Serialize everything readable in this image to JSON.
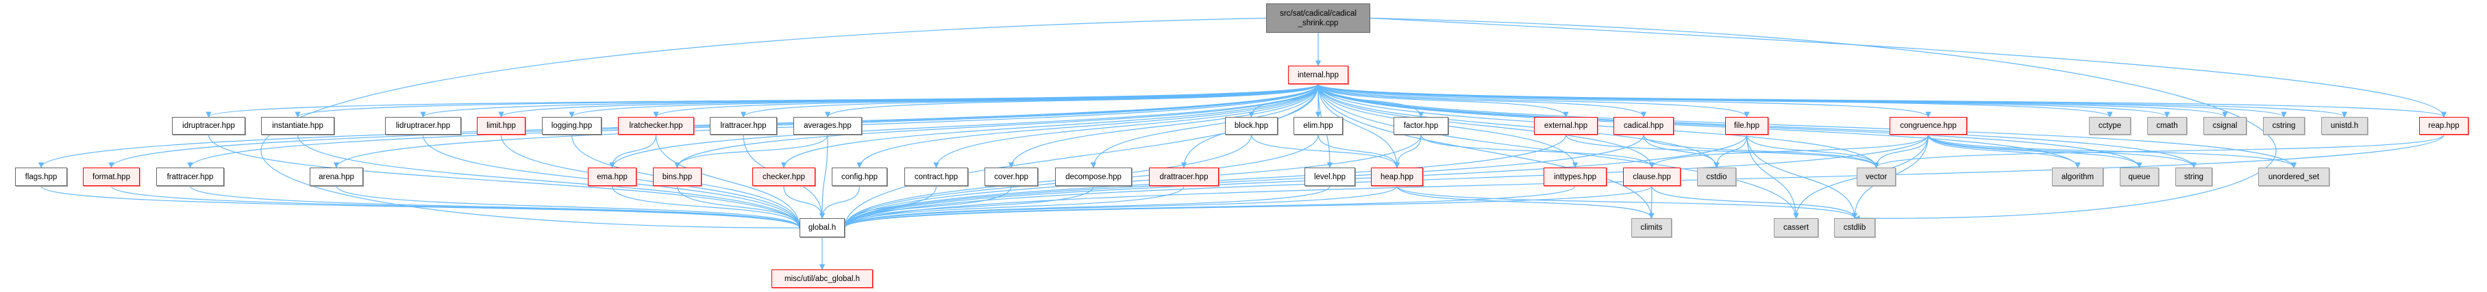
{
  "graph": {
    "edge_color": "#63b8ff",
    "nodes": [
      {
        "id": "top",
        "label": "src/sat/cadical/cadical\n_shrink.cpp",
        "kind": "top"
      },
      {
        "id": "internal",
        "label": "internal.hpp",
        "kind": "red"
      },
      {
        "id": "idruptracer",
        "label": "idruptracer.hpp",
        "kind": "white"
      },
      {
        "id": "instantiate",
        "label": "instantiate.hpp",
        "kind": "white"
      },
      {
        "id": "lidruptracer",
        "label": "lidruptracer.hpp",
        "kind": "white"
      },
      {
        "id": "limit",
        "label": "limit.hpp",
        "kind": "red"
      },
      {
        "id": "logging",
        "label": "logging.hpp",
        "kind": "white"
      },
      {
        "id": "lratchecker",
        "label": "lratchecker.hpp",
        "kind": "red"
      },
      {
        "id": "lrattracer",
        "label": "lrattracer.hpp",
        "kind": "white"
      },
      {
        "id": "averages",
        "label": "averages.hpp",
        "kind": "white"
      },
      {
        "id": "block",
        "label": "block.hpp",
        "kind": "white"
      },
      {
        "id": "elim",
        "label": "elim.hpp",
        "kind": "white"
      },
      {
        "id": "factor",
        "label": "factor.hpp",
        "kind": "white"
      },
      {
        "id": "external",
        "label": "external.hpp",
        "kind": "red"
      },
      {
        "id": "cadical",
        "label": "cadical.hpp",
        "kind": "red"
      },
      {
        "id": "file",
        "label": "file.hpp",
        "kind": "red"
      },
      {
        "id": "congruence",
        "label": "congruence.hpp",
        "kind": "red"
      },
      {
        "id": "cctype",
        "label": "cctype",
        "kind": "grey"
      },
      {
        "id": "cmath",
        "label": "cmath",
        "kind": "grey"
      },
      {
        "id": "csignal",
        "label": "csignal",
        "kind": "grey"
      },
      {
        "id": "cstring",
        "label": "cstring",
        "kind": "grey"
      },
      {
        "id": "unistd",
        "label": "unistd.h",
        "kind": "grey"
      },
      {
        "id": "reap",
        "label": "reap.hpp",
        "kind": "red"
      },
      {
        "id": "flags",
        "label": "flags.hpp",
        "kind": "white"
      },
      {
        "id": "format",
        "label": "format.hpp",
        "kind": "red"
      },
      {
        "id": "frattracer",
        "label": "frattracer.hpp",
        "kind": "white"
      },
      {
        "id": "arena",
        "label": "arena.hpp",
        "kind": "white"
      },
      {
        "id": "ema",
        "label": "ema.hpp",
        "kind": "red"
      },
      {
        "id": "bins",
        "label": "bins.hpp",
        "kind": "red"
      },
      {
        "id": "checker",
        "label": "checker.hpp",
        "kind": "red"
      },
      {
        "id": "config",
        "label": "config.hpp",
        "kind": "white"
      },
      {
        "id": "contract",
        "label": "contract.hpp",
        "kind": "white"
      },
      {
        "id": "cover",
        "label": "cover.hpp",
        "kind": "white"
      },
      {
        "id": "decompose",
        "label": "decompose.hpp",
        "kind": "white"
      },
      {
        "id": "drattracer",
        "label": "drattracer.hpp",
        "kind": "red"
      },
      {
        "id": "level",
        "label": "level.hpp",
        "kind": "white"
      },
      {
        "id": "heap",
        "label": "heap.hpp",
        "kind": "red"
      },
      {
        "id": "inttypes",
        "label": "inttypes.hpp",
        "kind": "red"
      },
      {
        "id": "clause",
        "label": "clause.hpp",
        "kind": "red"
      },
      {
        "id": "cstdio",
        "label": "cstdio",
        "kind": "grey"
      },
      {
        "id": "vector",
        "label": "vector",
        "kind": "grey"
      },
      {
        "id": "algorithm",
        "label": "algorithm",
        "kind": "grey"
      },
      {
        "id": "queue",
        "label": "queue",
        "kind": "grey"
      },
      {
        "id": "string",
        "label": "string",
        "kind": "grey"
      },
      {
        "id": "unordered_set",
        "label": "unordered_set",
        "kind": "grey"
      },
      {
        "id": "global",
        "label": "global.h",
        "kind": "white"
      },
      {
        "id": "climits",
        "label": "climits",
        "kind": "grey"
      },
      {
        "id": "cassert",
        "label": "cassert",
        "kind": "grey"
      },
      {
        "id": "cstdlib",
        "label": "cstdlib",
        "kind": "grey"
      },
      {
        "id": "abc_global",
        "label": "misc/util/abc_global.h",
        "kind": "red"
      }
    ],
    "edges": [
      [
        "top",
        "internal"
      ],
      [
        "top",
        "global"
      ],
      [
        "top",
        "reap"
      ],
      [
        "top",
        "cstdlib"
      ],
      [
        "internal",
        "idruptracer"
      ],
      [
        "internal",
        "instantiate"
      ],
      [
        "internal",
        "lidruptracer"
      ],
      [
        "internal",
        "limit"
      ],
      [
        "internal",
        "logging"
      ],
      [
        "internal",
        "lratchecker"
      ],
      [
        "internal",
        "lrattracer"
      ],
      [
        "internal",
        "averages"
      ],
      [
        "internal",
        "block"
      ],
      [
        "internal",
        "elim"
      ],
      [
        "internal",
        "factor"
      ],
      [
        "internal",
        "external"
      ],
      [
        "internal",
        "cadical"
      ],
      [
        "internal",
        "file"
      ],
      [
        "internal",
        "congruence"
      ],
      [
        "internal",
        "cctype"
      ],
      [
        "internal",
        "cmath"
      ],
      [
        "internal",
        "csignal"
      ],
      [
        "internal",
        "cstring"
      ],
      [
        "internal",
        "unistd"
      ],
      [
        "internal",
        "reap"
      ],
      [
        "internal",
        "flags"
      ],
      [
        "internal",
        "format"
      ],
      [
        "internal",
        "frattracer"
      ],
      [
        "internal",
        "arena"
      ],
      [
        "internal",
        "ema"
      ],
      [
        "internal",
        "bins"
      ],
      [
        "internal",
        "checker"
      ],
      [
        "internal",
        "config"
      ],
      [
        "internal",
        "contract"
      ],
      [
        "internal",
        "cover"
      ],
      [
        "internal",
        "decompose"
      ],
      [
        "internal",
        "drattracer"
      ],
      [
        "internal",
        "level"
      ],
      [
        "internal",
        "heap"
      ],
      [
        "internal",
        "inttypes"
      ],
      [
        "internal",
        "clause"
      ],
      [
        "internal",
        "cstdio"
      ],
      [
        "internal",
        "vector"
      ],
      [
        "internal",
        "algorithm"
      ],
      [
        "internal",
        "queue"
      ],
      [
        "internal",
        "string"
      ],
      [
        "internal",
        "unordered_set"
      ],
      [
        "internal",
        "global"
      ],
      [
        "internal",
        "cassert"
      ],
      [
        "internal",
        "climits"
      ],
      [
        "idruptracer",
        "global"
      ],
      [
        "instantiate",
        "global"
      ],
      [
        "lidruptracer",
        "global"
      ],
      [
        "limit",
        "global"
      ],
      [
        "logging",
        "global"
      ],
      [
        "lratchecker",
        "global"
      ],
      [
        "lrattracer",
        "global"
      ],
      [
        "averages",
        "global"
      ],
      [
        "block",
        "global"
      ],
      [
        "elim",
        "global"
      ],
      [
        "factor",
        "global"
      ],
      [
        "external",
        "global"
      ],
      [
        "cadical",
        "global"
      ],
      [
        "file",
        "global"
      ],
      [
        "congruence",
        "global"
      ],
      [
        "reap",
        "global"
      ],
      [
        "flags",
        "global"
      ],
      [
        "format",
        "global"
      ],
      [
        "frattracer",
        "global"
      ],
      [
        "arena",
        "global"
      ],
      [
        "ema",
        "global"
      ],
      [
        "bins",
        "global"
      ],
      [
        "checker",
        "global"
      ],
      [
        "config",
        "global"
      ],
      [
        "contract",
        "global"
      ],
      [
        "cover",
        "global"
      ],
      [
        "decompose",
        "global"
      ],
      [
        "drattracer",
        "global"
      ],
      [
        "level",
        "global"
      ],
      [
        "heap",
        "global"
      ],
      [
        "inttypes",
        "global"
      ],
      [
        "clause",
        "global"
      ],
      [
        "block",
        "heap"
      ],
      [
        "elim",
        "heap"
      ],
      [
        "factor",
        "heap"
      ],
      [
        "factor",
        "clause"
      ],
      [
        "heap",
        "cstdlib"
      ],
      [
        "heap",
        "climits"
      ],
      [
        "clause",
        "climits"
      ],
      [
        "clause",
        "cstdlib"
      ],
      [
        "external",
        "vector"
      ],
      [
        "cadical",
        "cstdio"
      ],
      [
        "cadical",
        "vector"
      ],
      [
        "file",
        "cstdio"
      ],
      [
        "file",
        "vector"
      ],
      [
        "file",
        "cassert"
      ],
      [
        "file",
        "cstdlib"
      ],
      [
        "congruence",
        "vector"
      ],
      [
        "congruence",
        "clause"
      ],
      [
        "congruence",
        "algorithm"
      ],
      [
        "congruence",
        "queue"
      ],
      [
        "congruence",
        "string"
      ],
      [
        "congruence",
        "unordered_set"
      ],
      [
        "congruence",
        "cassert"
      ],
      [
        "congruence",
        "cstdlib"
      ],
      [
        "reap",
        "vector"
      ],
      [
        "lratchecker",
        "ema"
      ],
      [
        "averages",
        "bins"
      ],
      [
        "global",
        "abc_global"
      ]
    ]
  }
}
